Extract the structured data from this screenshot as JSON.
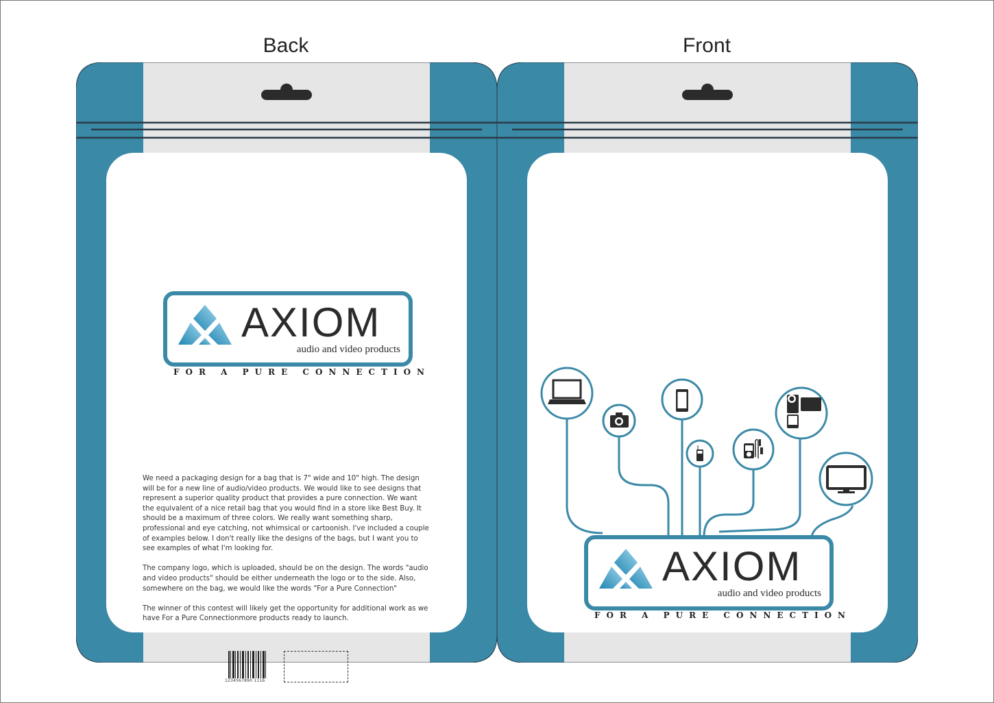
{
  "titles": {
    "back": "Back",
    "front": "Front"
  },
  "colors": {
    "teal": "#3a89a7",
    "panel_gray": "#e6e6e6",
    "dark": "#2b2b2b",
    "rule": "#2a3a48"
  },
  "logo": {
    "wordmark": "AXIOM",
    "tagline": "audio and video products",
    "slogan": "FOR A PURE CONNECTION"
  },
  "back": {
    "paragraphs": [
      "We need a packaging design for a bag that is 7\" wide and 10\" high. The design will be for a new line of audio/video products. We would like to see designs that represent a superior quality product that provides a pure connection. We want the equivalent of a nice retail bag that you would find in a store like Best Buy. It should be a maximum of three colors. We really want something sharp, professional and eye catching, not whimsical or cartoonish. I've included a couple of examples below. I don't really like the designs of the bags, but I want you to see examples of what I'm looking for.",
      "The company logo, which is uploaded, should be on the design. The words \"audio and video products\" should be either underneath the logo or to the side. Also, somewhere on the bag, we would like the words \"For a Pure Connection\"",
      "The winner of this contest will likely get the opportunity for additional work as we have For a Pure Connectionmore products ready to launch."
    ],
    "barcode_number": "1234567890 1116"
  },
  "front": {
    "devices": [
      "laptop",
      "camera",
      "smartphone",
      "cell-phone",
      "mp3-player",
      "camcorder",
      "monitor"
    ]
  }
}
